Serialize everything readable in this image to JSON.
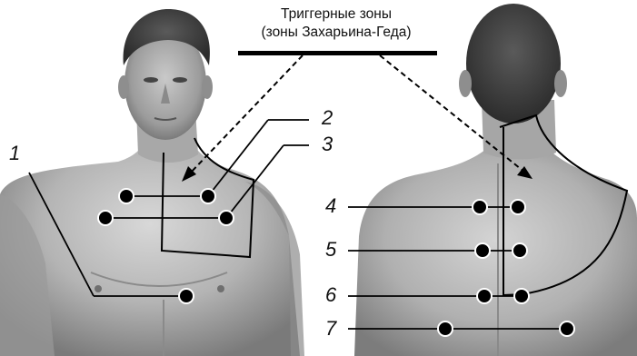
{
  "title": {
    "line1": "Триггерные зоны",
    "line2": "(зоны Захарьина-Геда)"
  },
  "labels": {
    "n1": "1",
    "n2": "2",
    "n3": "3",
    "n4": "4",
    "n5": "5",
    "n6": "6",
    "n7": "7"
  },
  "colors": {
    "line": "#000000",
    "point": "#000000",
    "background": "#ffffff"
  }
}
